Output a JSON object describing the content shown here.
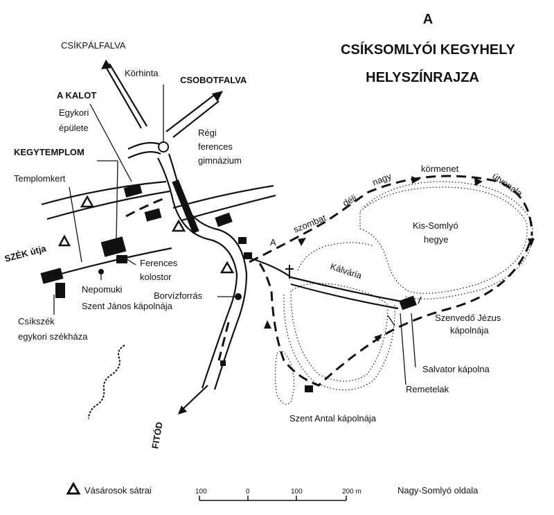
{
  "title": {
    "line1": "A",
    "line2": "CSÍKSOMLYÓI KEGYHELY",
    "line3": "HELYSZÍNRAJZA"
  },
  "labels": {
    "csikpalfalva": "CSÍKPÁLFALVA",
    "korhinta": "Körhinta",
    "csobotfalva": "CSOBOTFALVA",
    "a_kalot": "A KALOT",
    "egykori": "Egykori",
    "epulete": "épülete",
    "regi": "Régi",
    "ferences": "ferences",
    "gimnazium": "gimnázium",
    "kegytemplom": "KEGYTEMPLOM",
    "templomkert": "Templomkert",
    "szek_utja": "SZÉK útja",
    "ferences2": "Ferences",
    "kolostor": "kolostor",
    "nepomuki": "Nepomuki",
    "szent_janos": "Szent János kápolnája",
    "borvizforras": "Borvízforrás",
    "csikszek": "Csíkszék",
    "egykori_szekhaza": "egykori székháza",
    "fitod": "FITÓD",
    "a_route": "A",
    "szombat": "szombat",
    "deli": "déli",
    "nagy": "nagy",
    "kormenet": "körmenet",
    "utvonala": "útvonala",
    "kis_somlyo1": "Kis-Somlyó",
    "kis_somlyo2": "hegye",
    "kalvaria": "Kálvária",
    "szenvedo1": "Szenvedő Jézus",
    "szenvedo2": "kápolnája",
    "salvator": "Salvator kápolna",
    "remetelak": "Remetelak",
    "szent_antal": "Szent Antal kápolnája",
    "nagy_somlyo": "Nagy-Somlyó oldala"
  },
  "legend": {
    "vasarosok": "Vásárosok sátrai",
    "icon": "triangle-icon"
  },
  "scale": {
    "t1": "100",
    "t2": "0",
    "t3": "100",
    "t4": "200 m"
  }
}
